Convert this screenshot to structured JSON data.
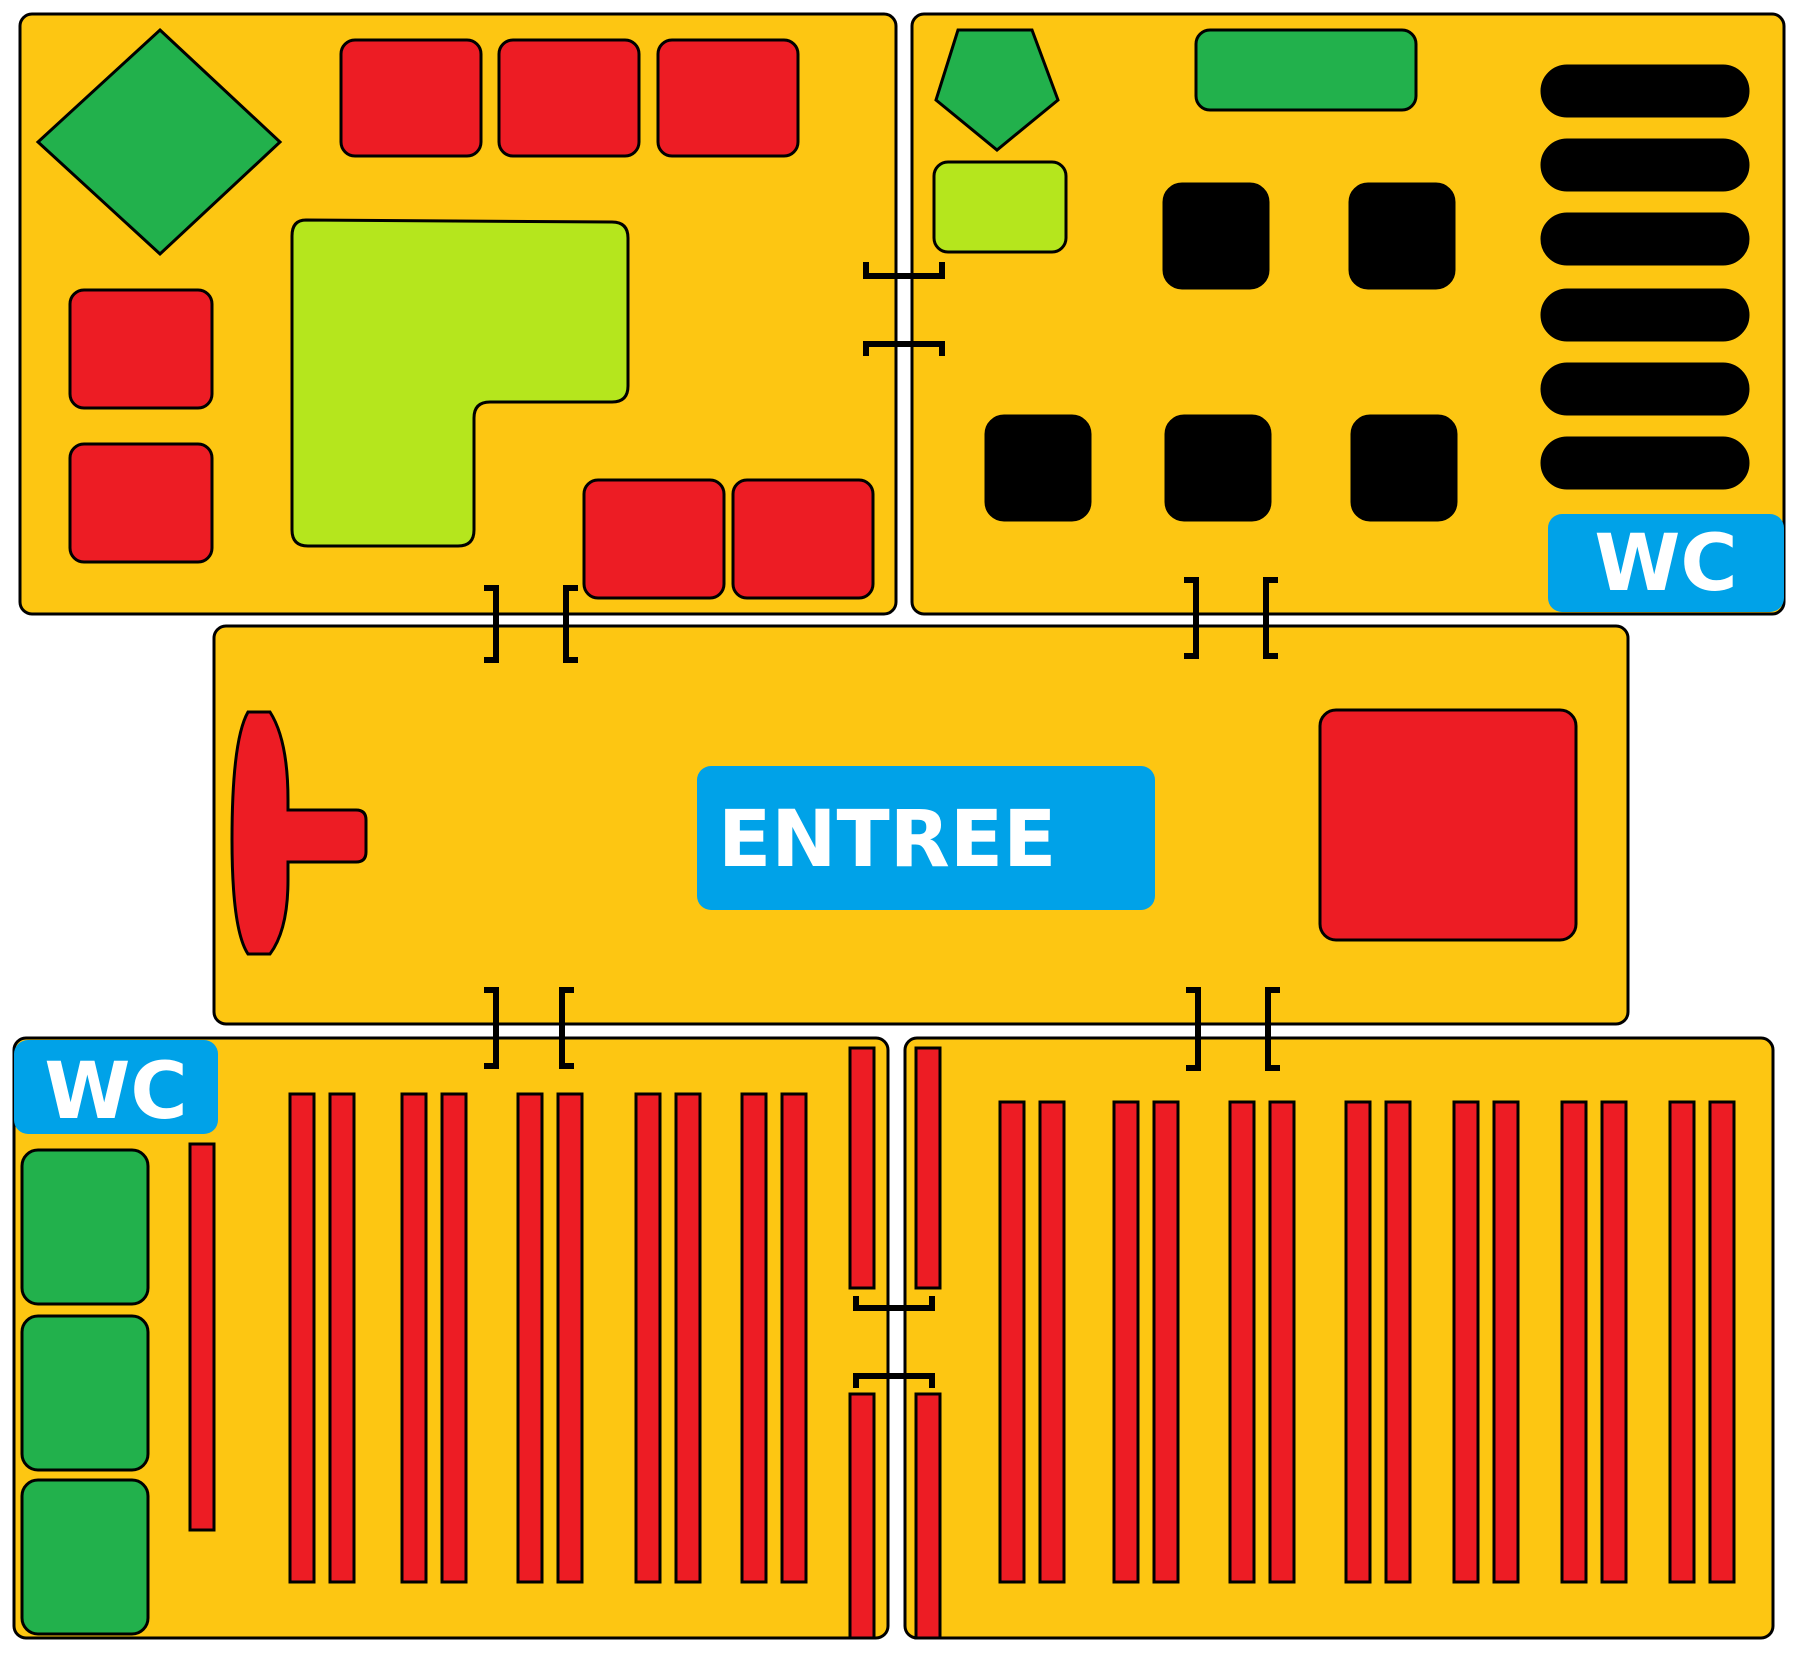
{
  "plan": {
    "entrance_label": "ENTREE",
    "wc_label_top_right": "WC",
    "wc_label_bottom_left": "WC"
  },
  "colors": {
    "room": "#FDC612",
    "red": "#ED1C24",
    "green": "#22B14C",
    "lime": "#B5E61D",
    "black": "#000000",
    "blue": "#00A2E8"
  }
}
